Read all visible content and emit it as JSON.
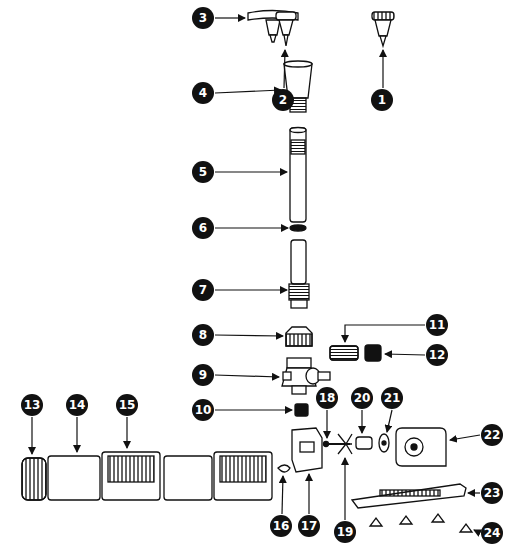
{
  "diagram": {
    "labels": [
      "3",
      "2",
      "1",
      "4",
      "5",
      "6",
      "7",
      "8",
      "11",
      "9",
      "12",
      "10",
      "18",
      "20",
      "21",
      "13",
      "14",
      "15",
      "22",
      "16",
      "17",
      "19",
      "23",
      "24"
    ]
  }
}
